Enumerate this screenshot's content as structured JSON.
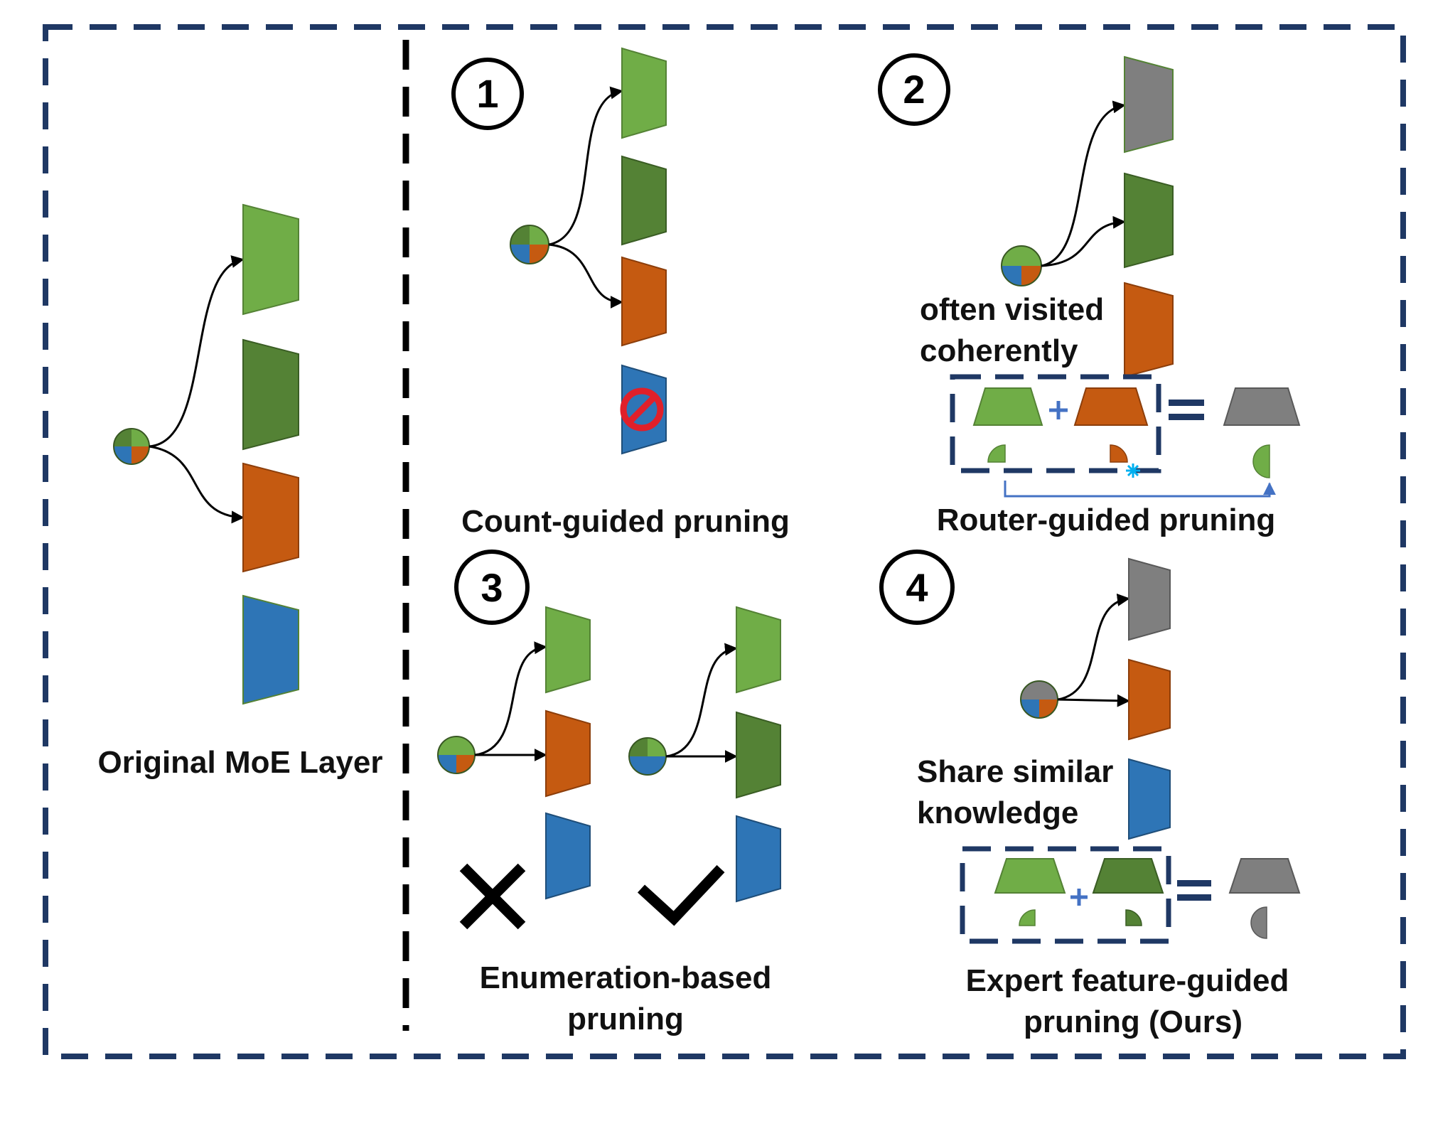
{
  "colors": {
    "light_green": "#70ad47",
    "dark_green": "#548235",
    "orange": "#c55a11",
    "blue": "#2e75b6",
    "gray": "#7f7f7f",
    "navy": "#1f3864",
    "link_blue": "#4472c4",
    "prohibit_red": "#e0202a"
  },
  "panels": {
    "original": {
      "label": "Original MoE Layer"
    },
    "count": {
      "number": "1",
      "label": "Count-guided pruning"
    },
    "router": {
      "number": "2",
      "label": "Router-guided pruning",
      "note_line1": "often visited",
      "note_line2": "coherently"
    },
    "enum": {
      "number": "3",
      "label_line1": "Enumeration-based",
      "label_line2": "pruning"
    },
    "expert": {
      "number": "4",
      "label_line1": "Expert feature-guided",
      "label_line2": "pruning (Ours)",
      "note_line1": "Share similar",
      "note_line2": "knowledge"
    }
  },
  "icons": {
    "cross": "cross-icon",
    "check": "check-icon",
    "prohibit": "prohibited-icon",
    "snowflake": "snowflake-icon"
  }
}
